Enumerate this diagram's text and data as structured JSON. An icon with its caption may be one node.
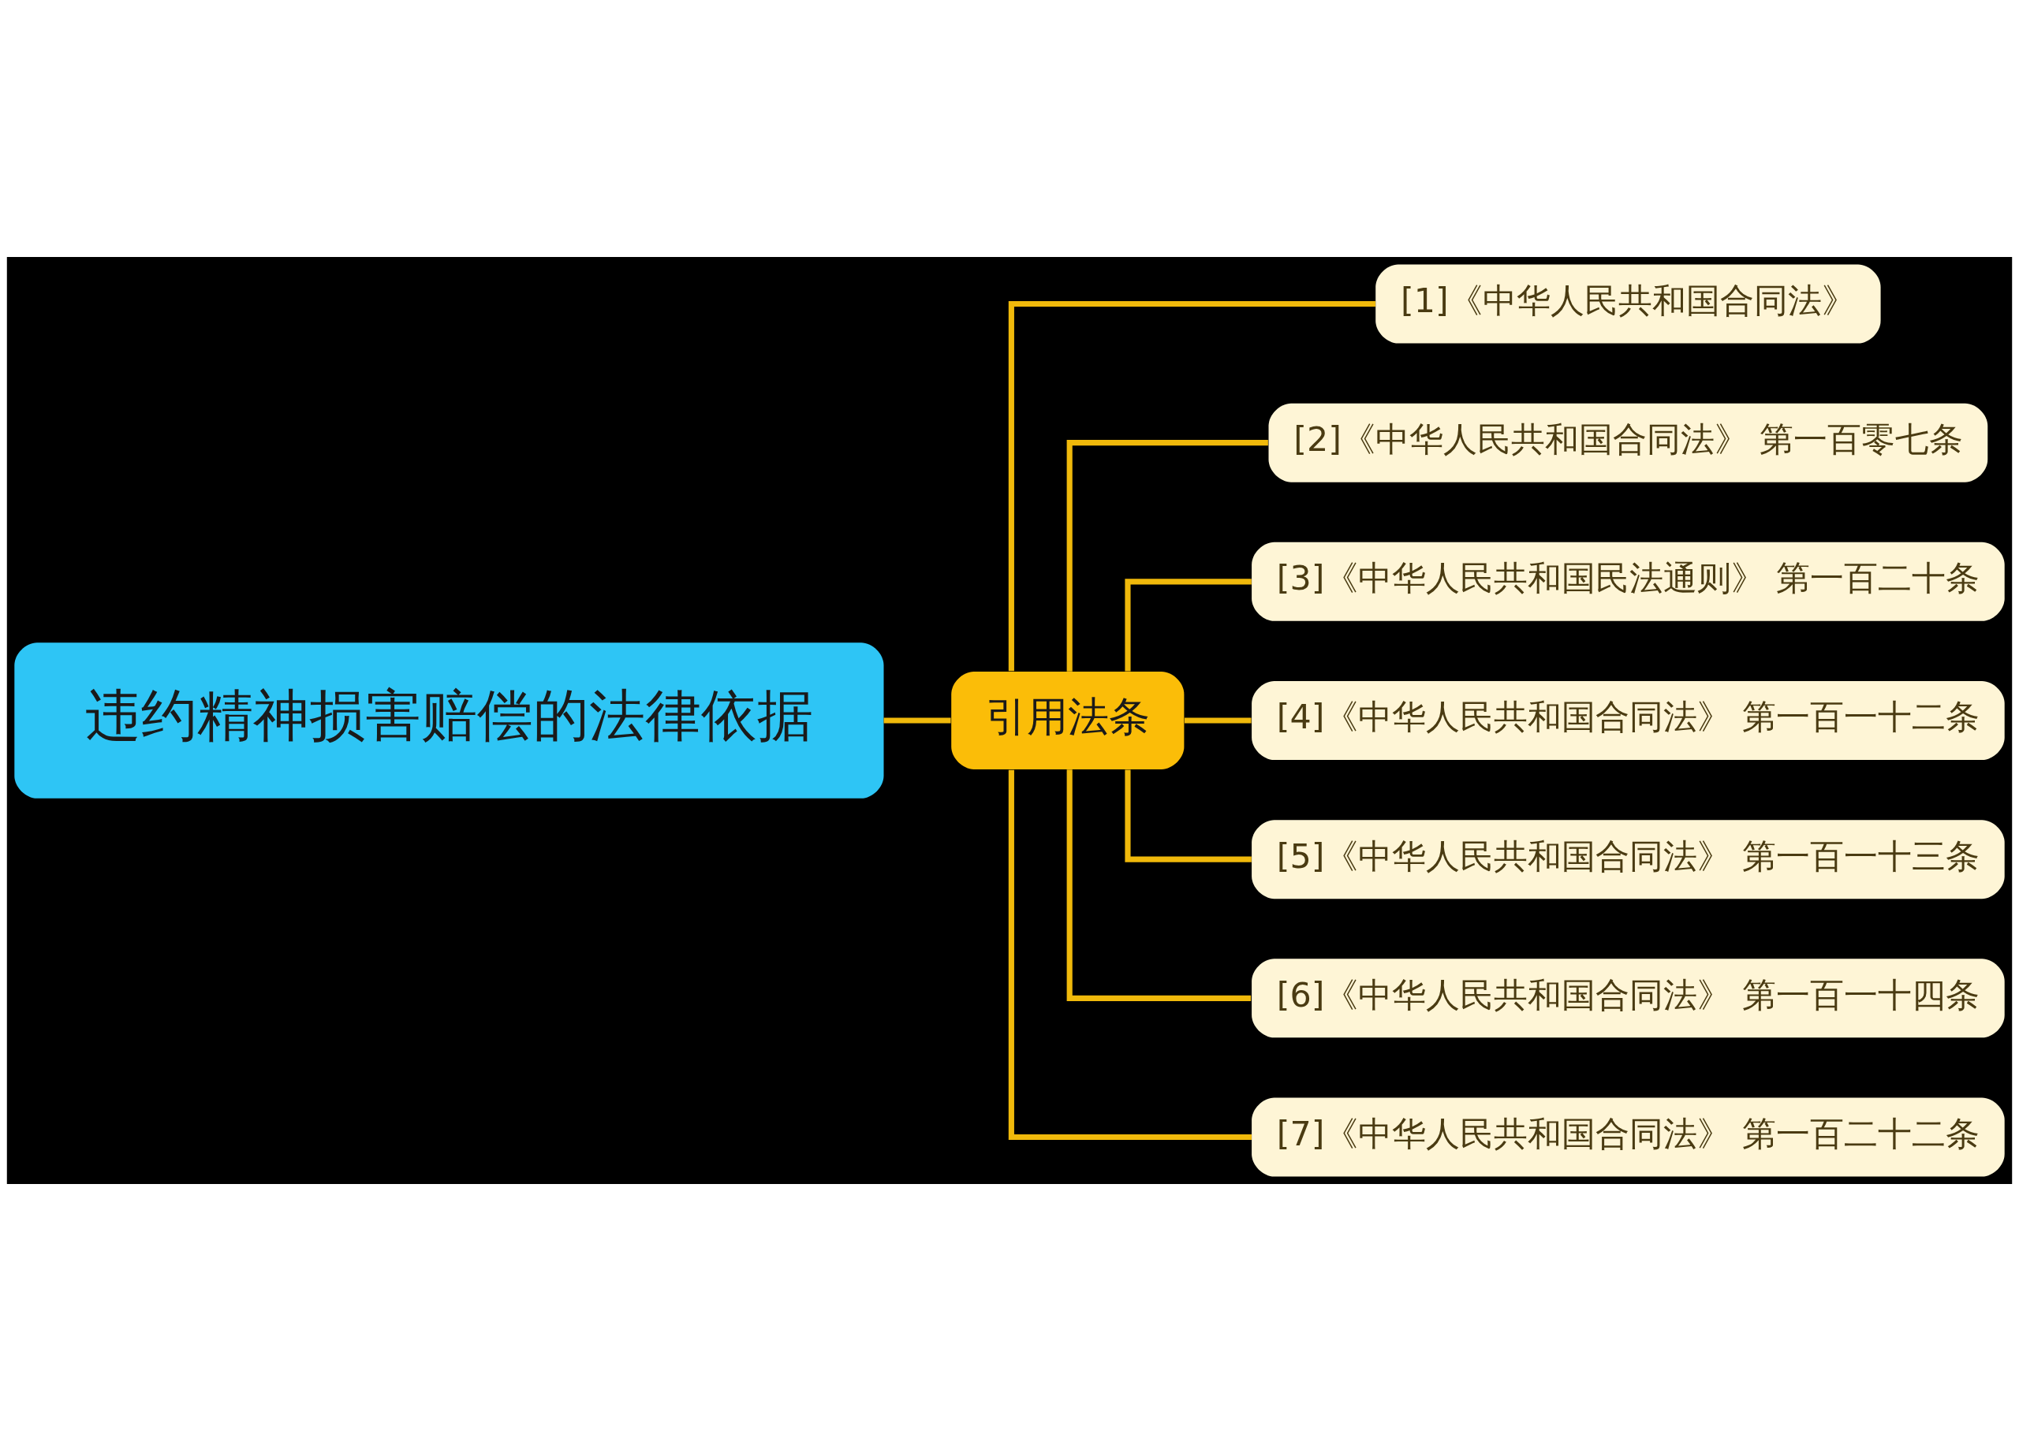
{
  "diagram": {
    "nodes": [
      {
        "text": [
          "违约精神损害赔偿的法律依据"
        ]
      },
      {
        "text": [
          "引用法条"
        ]
      },
      {
        "text": [
          "[1]《中华人民共和国合同法》"
        ]
      },
      {
        "text": [
          "[2]《中华人民共和国合同法》 第一百零七条"
        ]
      },
      {
        "text": [
          "[3]《中华人民共和国民法通则》 第一百二十条"
        ]
      },
      {
        "text": [
          "[4]《中华人民共和国合同法》 第一百一十二条"
        ]
      },
      {
        "text": [
          "[5]《中华人民共和国合同法》 第一百一十三条"
        ]
      },
      {
        "text": [
          "[6]《中华人民共和国合同法》 第一百一十四条"
        ]
      },
      {
        "text": [
          "[7]《中华人民共和国合同法》 第一百二十二条"
        ]
      }
    ],
    "edges": [
      {
        "from": 0,
        "to": 1,
        "arrow": "none"
      },
      {
        "from": 1,
        "to": 2,
        "arrow": "none"
      },
      {
        "from": 1,
        "to": 3,
        "arrow": "none"
      },
      {
        "from": 1,
        "to": 4,
        "arrow": "none"
      },
      {
        "from": 1,
        "to": 5,
        "arrow": "none"
      },
      {
        "from": 1,
        "to": 6,
        "arrow": "none"
      },
      {
        "from": 1,
        "to": 7,
        "arrow": "none"
      },
      {
        "from": 1,
        "to": 8,
        "arrow": "none"
      }
    ]
  }
}
